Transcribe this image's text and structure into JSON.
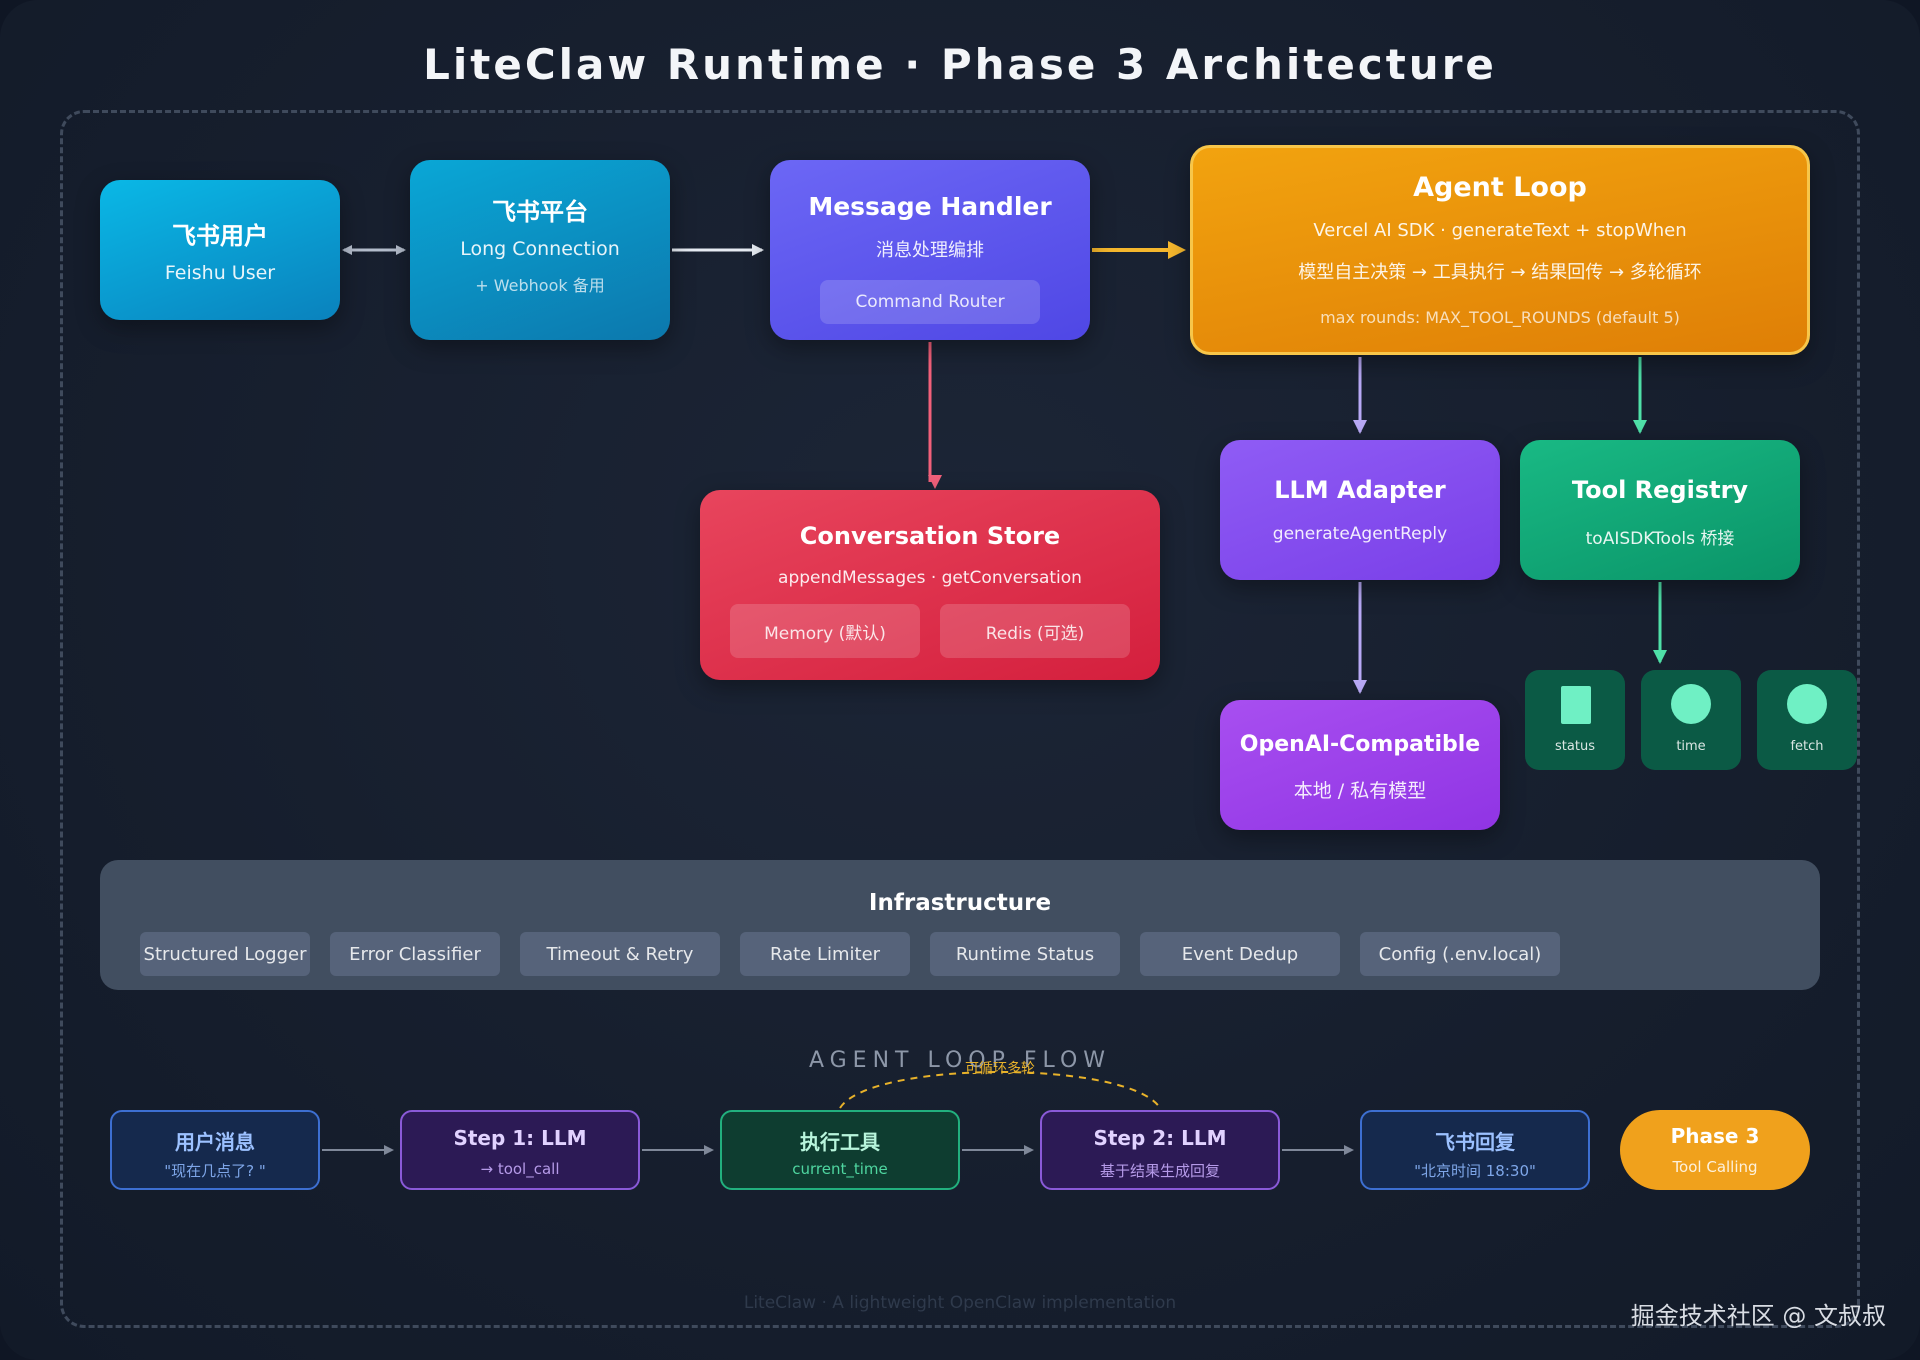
{
  "title": "LiteClaw Runtime · Phase 3 Architecture",
  "nodes": {
    "feishu_user": {
      "title": "飞书用户",
      "subtitle": "Feishu User"
    },
    "feishu_platform": {
      "title": "飞书平台",
      "line1": "Long Connection",
      "line2": "+ Webhook 备用"
    },
    "message_handler": {
      "title": "Message Handler",
      "subtitle": "消息处理编排",
      "chip": "Command Router"
    },
    "agent_loop": {
      "title": "Agent Loop",
      "line1": "Vercel AI SDK · generateText + stopWhen",
      "line2": "模型自主决策 → 工具执行 → 结果回传 → 多轮循环",
      "line3": "max rounds: MAX_TOOL_ROUNDS (default 5)"
    },
    "conversation_store": {
      "title": "Conversation Store",
      "subtitle": "appendMessages · getConversation",
      "chips": [
        "Memory (默认)",
        "Redis (可选)"
      ]
    },
    "llm_adapter": {
      "title": "LLM Adapter",
      "subtitle": "generateAgentReply"
    },
    "tool_registry": {
      "title": "Tool Registry",
      "subtitle": "toAISDKTools 桥接"
    },
    "openai_compatible": {
      "title": "OpenAI-Compatible",
      "subtitle": "本地 / 私有模型"
    },
    "tools": [
      {
        "label": "status",
        "icon": "square-icon"
      },
      {
        "label": "time",
        "icon": "circle-icon"
      },
      {
        "label": "fetch",
        "icon": "circle-icon"
      }
    ]
  },
  "infrastructure": {
    "title": "Infrastructure",
    "items": [
      "Structured Logger",
      "Error Classifier",
      "Timeout & Retry",
      "Rate Limiter",
      "Runtime Status",
      "Event Dedup",
      "Config (.env.local)"
    ]
  },
  "flow": {
    "heading": "AGENT LOOP FLOW",
    "loop_label": "可循环多轮",
    "steps": [
      {
        "title": "用户消息",
        "subtitle": "\"现在几点了? \""
      },
      {
        "title": "Step 1: LLM",
        "subtitle": "→ tool_call"
      },
      {
        "title": "执行工具",
        "subtitle": "current_time"
      },
      {
        "title": "Step 2: LLM",
        "subtitle": "基于结果生成回复"
      },
      {
        "title": "飞书回复",
        "subtitle": "\"北京时间 18:30\""
      }
    ],
    "badge": {
      "title": "Phase 3",
      "subtitle": "Tool Calling"
    }
  },
  "footer": "LiteClaw · A lightweight OpenClaw implementation",
  "watermark": "掘金技术社区 @ 文叔叔",
  "colors": {
    "cyan": "#0a9fd6",
    "indigo": "#5b55ee",
    "amber": "#ec9410",
    "red": "#df3450",
    "violet": "#8650ef",
    "green": "#12a877",
    "purple": "#9b42ea",
    "slate": "#414e60"
  }
}
